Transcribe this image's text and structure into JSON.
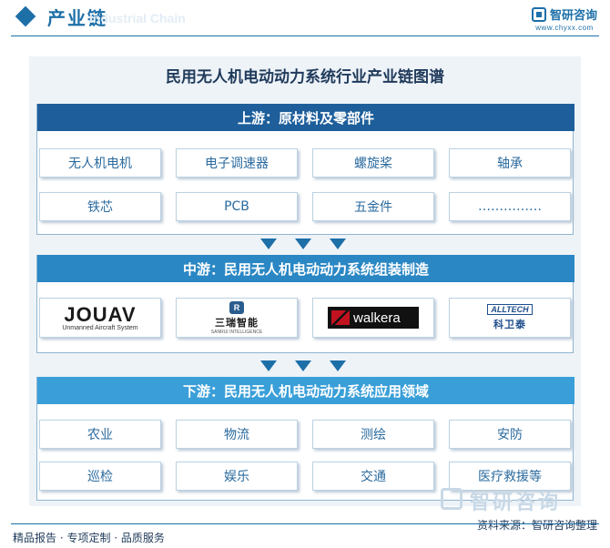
{
  "header": {
    "title": "产业链",
    "ghost_text": "Industrial Chain"
  },
  "brand": {
    "name": "智研咨询",
    "url": "www.chyxx.com"
  },
  "diagram": {
    "title": "民用无人机电动动力系统行业产业链图谱",
    "upstream": {
      "heading": "上游：原材料及零部件",
      "items": [
        "无人机电机",
        "电子调速器",
        "螺旋桨",
        "轴承",
        "铁芯",
        "PCB",
        "五金件",
        "……………"
      ]
    },
    "midstream": {
      "heading": "中游：民用无人机电动动力系统组装制造",
      "companies": [
        {
          "word": "JOUAV",
          "subtitle": "Unmanned Aircraft System"
        },
        {
          "mark": "R",
          "name": "三瑞智能",
          "subtitle": "SANRUI INTELLIGENCE"
        },
        {
          "word": "walkera"
        },
        {
          "word": "ALLTECH",
          "name": "科卫泰"
        }
      ]
    },
    "downstream": {
      "heading": "下游：民用无人机电动动力系统应用领域",
      "items": [
        "农业",
        "物流",
        "测绘",
        "安防",
        "巡检",
        "娱乐",
        "交通",
        "医疗救援等"
      ]
    }
  },
  "footer": {
    "left": "精品报告 · 专项定制 · 品质服务",
    "source": "资料来源：智研咨询整理"
  },
  "watermark": {
    "text": "智研咨询"
  },
  "colors": {
    "upstream_head": "#1e5f9b",
    "midstream_head": "#2a87c4",
    "downstream_head": "#3a9fd8",
    "accent": "#1d6fa8"
  }
}
